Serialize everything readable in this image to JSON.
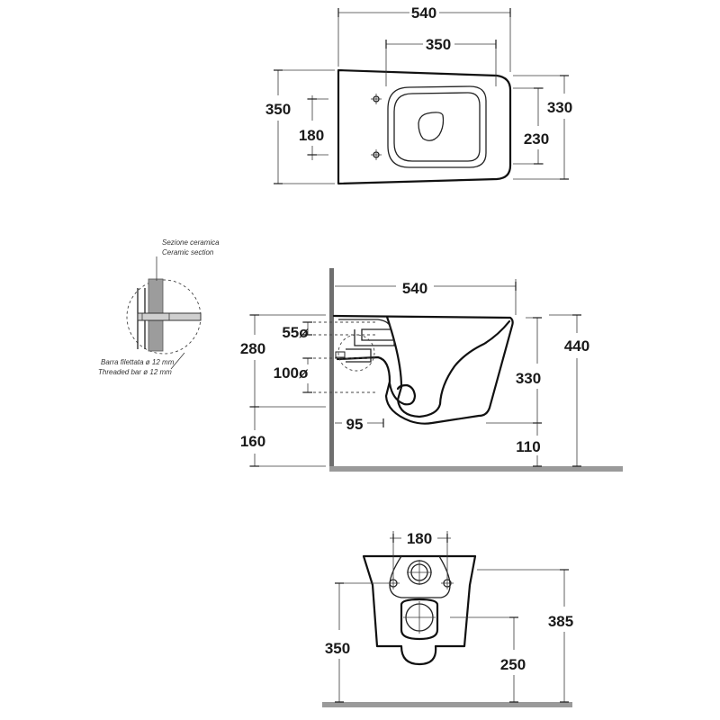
{
  "top_view": {
    "length_total": "540",
    "length_fixing": "350",
    "width_rear": "350",
    "width_fixing": "180",
    "width_front": "330",
    "width_inner": "230"
  },
  "detail": {
    "label_section_it": "Sezione ceramica",
    "label_section_en": "Ceramic section",
    "label_bar_it": "Barra filettata ø 12 mm",
    "label_bar_en": "Threaded bar ø 12 mm"
  },
  "side_view": {
    "length_total": "540",
    "inlet_dia": "55ø",
    "outlet_dia": "100ø",
    "height_fixing": "280",
    "height_floor_fixing": "160",
    "height_bowl": "330",
    "height_total": "440",
    "outlet_depth": "95",
    "height_rim_floor": "110"
  },
  "rear_view": {
    "width_fixing": "180",
    "height_outlet": "250",
    "height_fixing": "350",
    "height_total": "385"
  },
  "colors": {
    "line": "#111111",
    "floor": "#9a9a9a",
    "wall": "#6f6f6f"
  }
}
